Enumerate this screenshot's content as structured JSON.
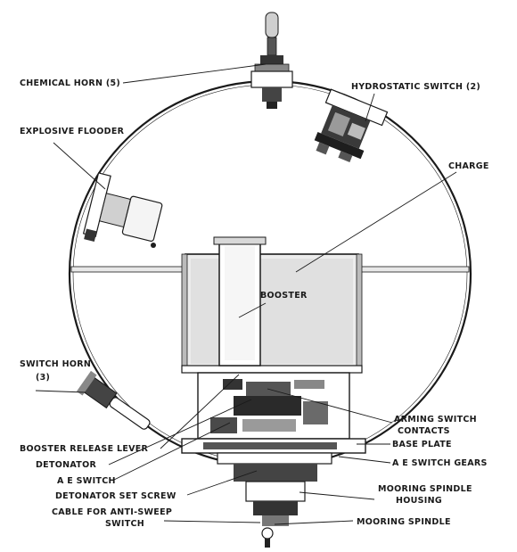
{
  "labels": {
    "chemical_horn": "CHEMICAL HORN (5)",
    "hydrostatic_switch": "HYDROSTATIC SWITCH (2)",
    "explosive_flooder": "EXPLOSIVE FLOODER",
    "charge": "CHARGE",
    "booster": "BOOSTER",
    "switch_horn_line1": "SWITCH HORN",
    "switch_horn_line2": "(3)",
    "arming_switch_line1": "ARMING SWITCH",
    "arming_switch_line2": "CONTACTS",
    "booster_release_lever": "BOOSTER RELEASE LEVER",
    "base_plate": "BASE PLATE",
    "detonator": "DETONATOR",
    "ae_switch_gears": "A E SWITCH GEARS",
    "ae_switch": "A E SWITCH",
    "detonator_set_screw": "DETONATOR SET SCREW",
    "mooring_spindle_housing_line1": "MOORING SPINDLE",
    "mooring_spindle_housing_line2": "HOUSING",
    "cable_line1": "CABLE FOR ANTI-SWEEP",
    "cable_line2": "SWITCH",
    "mooring_spindle": "MOORING SPINDLE"
  }
}
